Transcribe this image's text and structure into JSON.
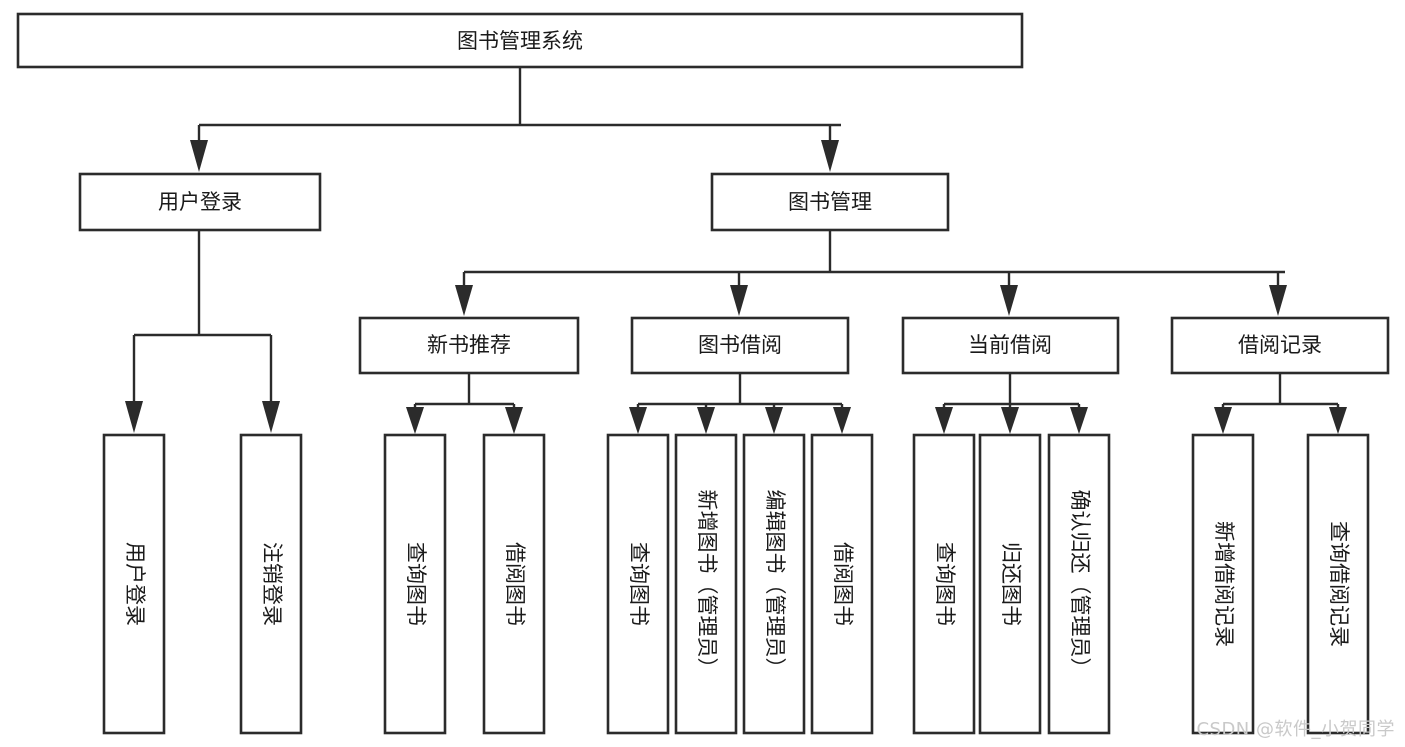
{
  "diagram": {
    "type": "tree-hierarchy",
    "title": "图书管理系统",
    "background_color": "#ffffff",
    "box_stroke_color": "#2b2b2b",
    "box_fill_color": "#ffffff",
    "text_color": "#1a1a1a",
    "root": {
      "label": "图书管理系统"
    },
    "level2": [
      {
        "label": "用户登录"
      },
      {
        "label": "图书管理"
      }
    ],
    "level3": [
      {
        "label": "新书推荐"
      },
      {
        "label": "图书借阅"
      },
      {
        "label": "当前借阅"
      },
      {
        "label": "借阅记录"
      }
    ],
    "leaves": {
      "user_login": [
        {
          "label": "用户登录"
        },
        {
          "label": "注销登录"
        }
      ],
      "new_book_recommend": [
        {
          "label": "查询图书"
        },
        {
          "label": "借阅图书"
        }
      ],
      "book_borrow": [
        {
          "label": "查询图书"
        },
        {
          "label": "新增图书（管理员）"
        },
        {
          "label": "编辑图书（管理员）"
        },
        {
          "label": "借阅图书"
        }
      ],
      "current_borrow": [
        {
          "label": "查询图书"
        },
        {
          "label": "归还图书"
        },
        {
          "label": "确认归还（管理员）"
        }
      ],
      "borrow_record": [
        {
          "label": "新增借阅记录"
        },
        {
          "label": "查询借阅记录"
        }
      ]
    }
  },
  "watermark": {
    "text": "CSDN @软件_小贺同学",
    "color": "#c9c9c9"
  }
}
